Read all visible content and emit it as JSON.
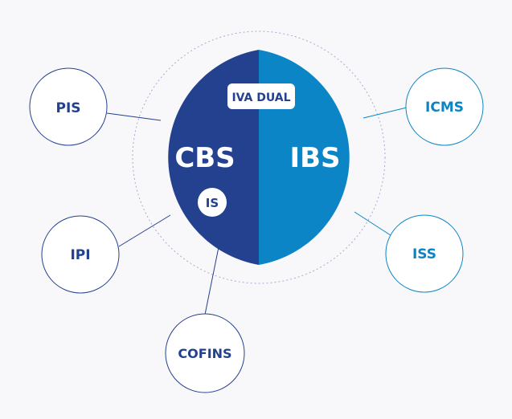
{
  "center": {
    "left_label": "CBS",
    "right_label": "IBS",
    "badge": "IVA DUAL",
    "inner_badge": "IS"
  },
  "satellites": {
    "pis": "PIS",
    "ipi": "IPI",
    "cofins": "COFINS",
    "icms": "ICMS",
    "iss": "ISS"
  },
  "colors": {
    "dark_blue": "#23418f",
    "light_blue": "#0b85c6",
    "background": "#f8f8fa",
    "dotted_ring": "#a9a9d6"
  }
}
